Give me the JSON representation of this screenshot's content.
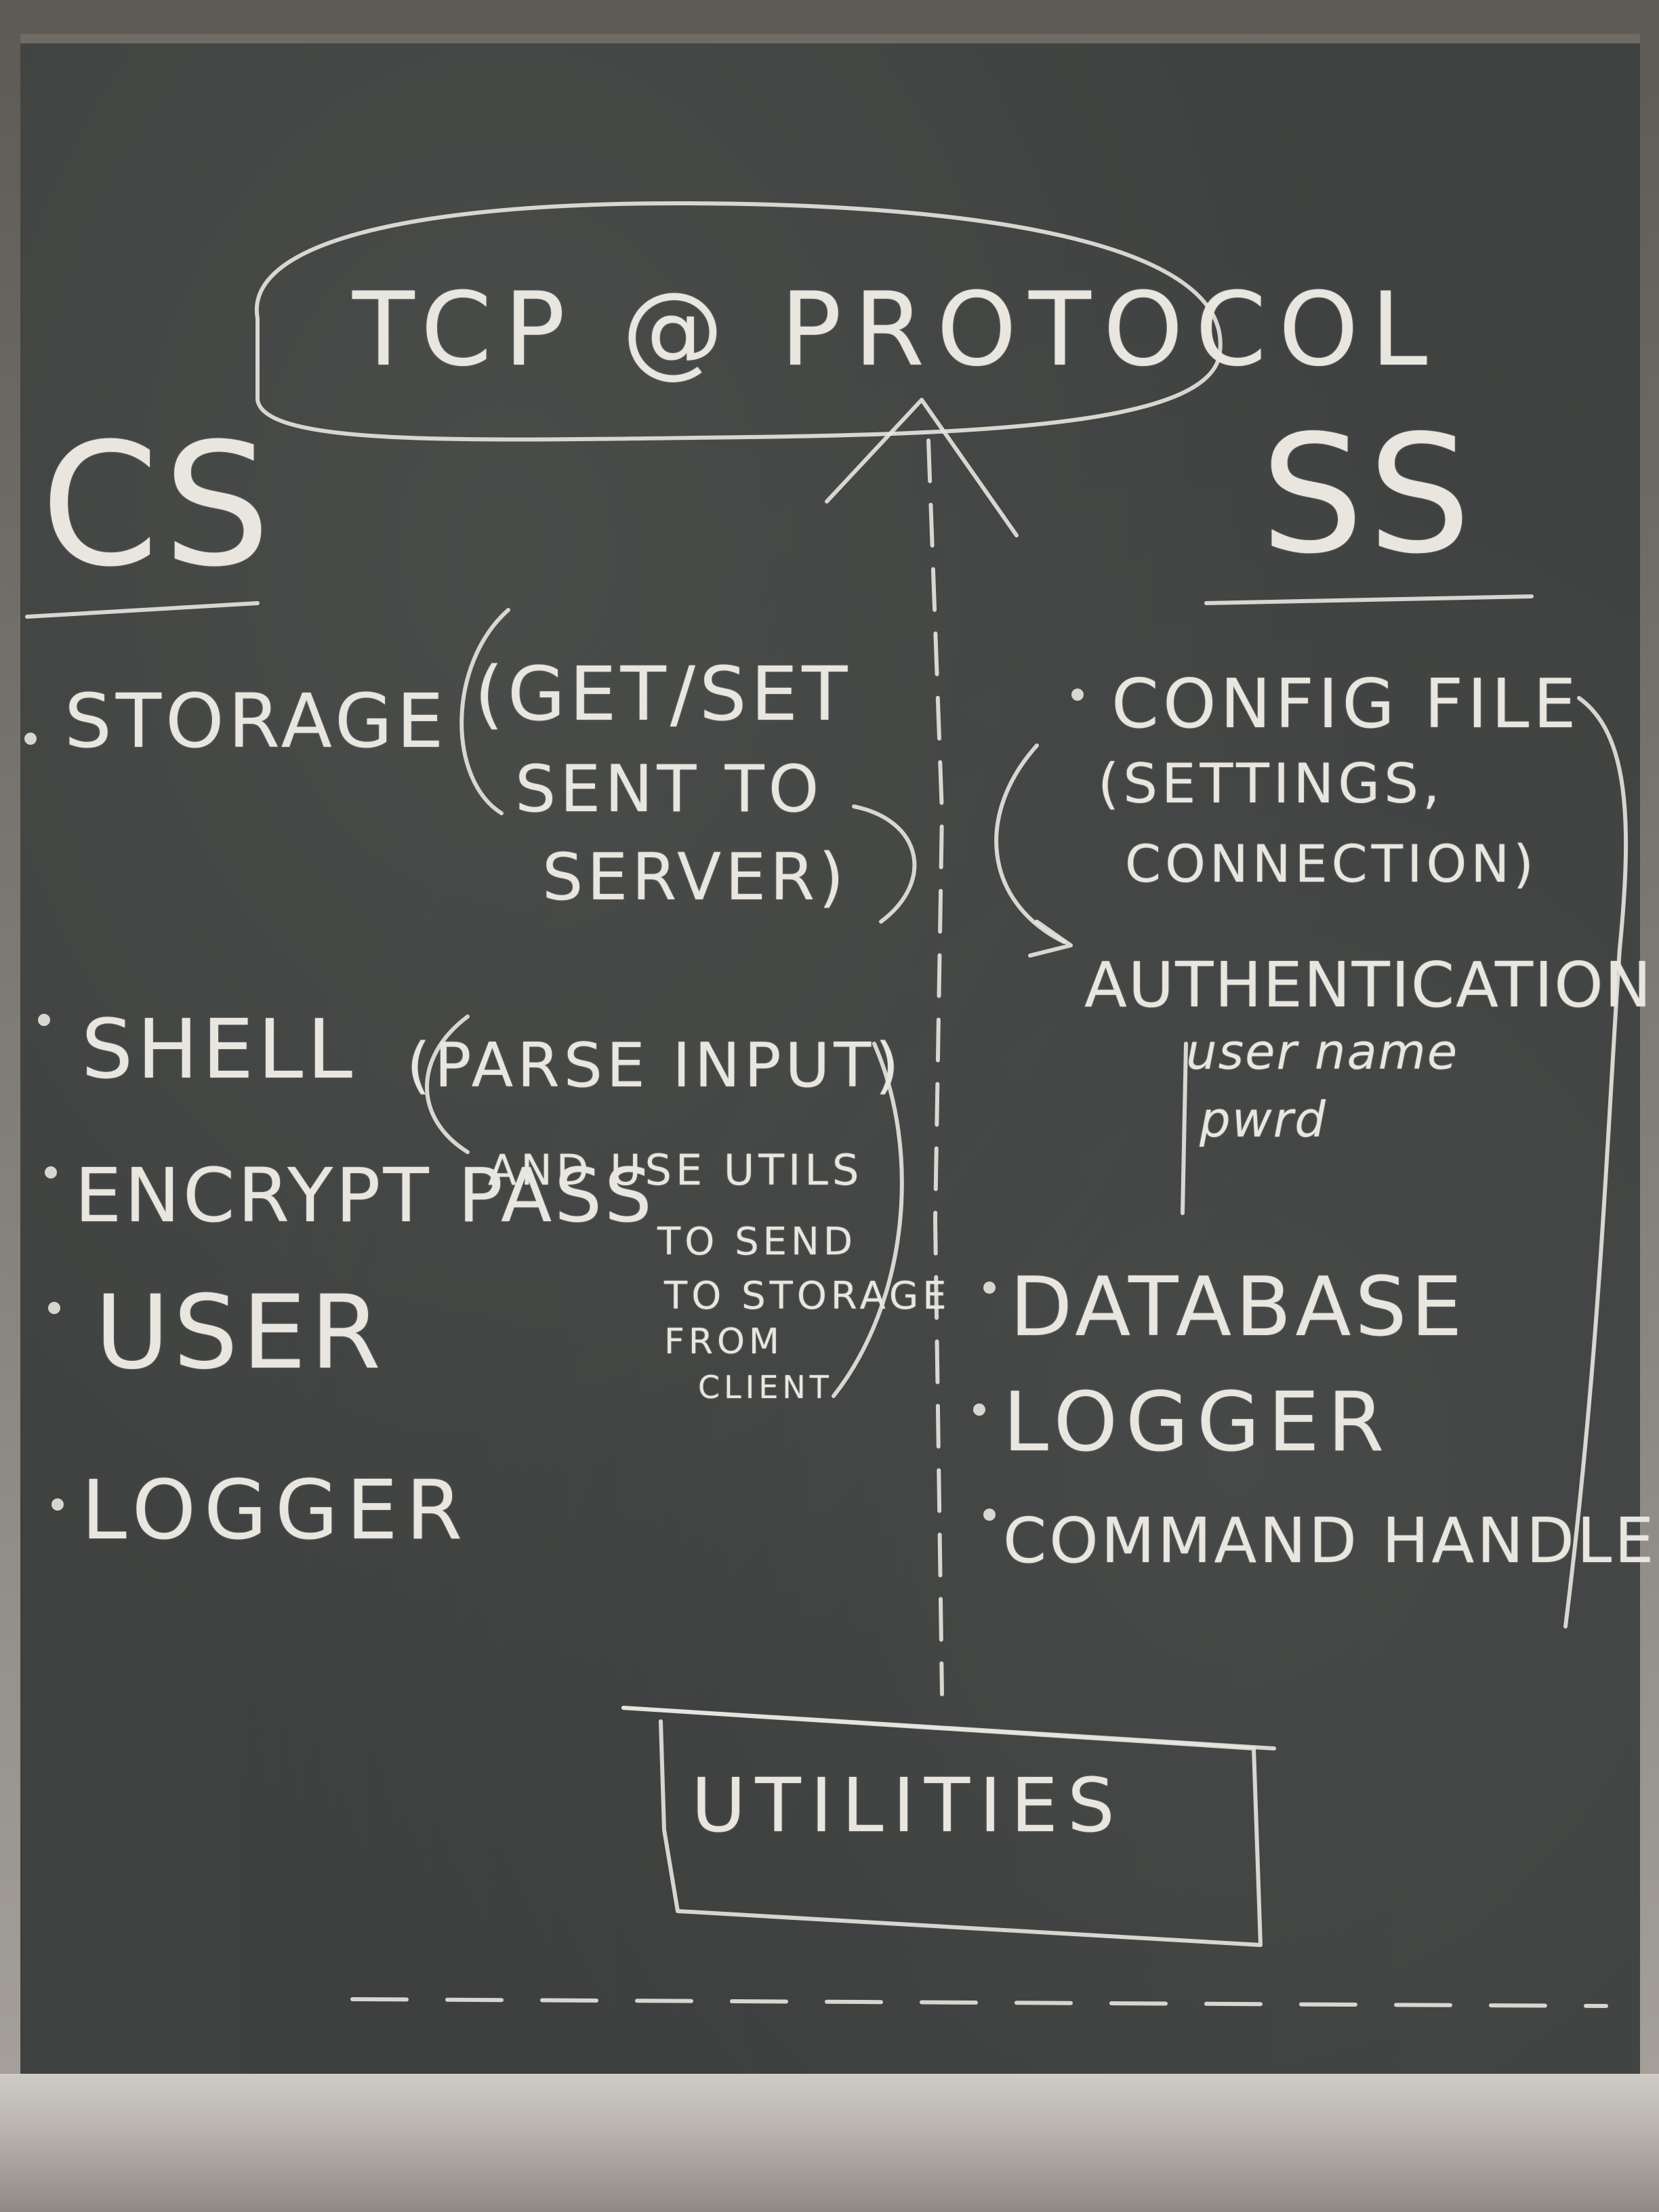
{
  "header": {
    "protocol": "TCP @ PROTOCOL"
  },
  "client": {
    "label": "CS",
    "items": [
      "STORAGE",
      "SHELL",
      "ENCRYPT PASS",
      "USER",
      "LOGGER"
    ],
    "storage_note": [
      "(GET/SET",
      "SENT TO",
      "SERVER)"
    ],
    "shell_note": [
      "(PARSE INPUT)",
      "AND USE UTILS",
      "TO SEND",
      "TO STORAGE",
      "FROM",
      "CLIENT"
    ]
  },
  "server": {
    "label": "SS",
    "config_lines": [
      "CONFIG FILE",
      "(SETTINGS,",
      "CONNECTION)"
    ],
    "authentication": "AUTHENTICATION",
    "auth_items": [
      "user name",
      "pwrd"
    ],
    "items": [
      "DATABASE",
      "LOGGER",
      "COMMAND HANDLER"
    ]
  },
  "footer": {
    "utilities": "UTILITIES"
  }
}
